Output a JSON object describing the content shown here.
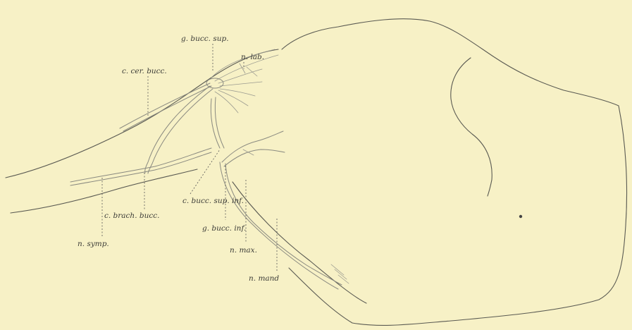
{
  "labels": {
    "n_lab": "n. lab.",
    "g_bucc_sup": "g. bucc. sup.",
    "c_cer_bucc": "c. cer. bucc.",
    "c_bucc_sup_inf": "c. bucc. sup. inf.",
    "c_brach_bucc": "c. brach. bucc.",
    "g_bucc_inf": "g. bucc. inf.",
    "n_symp": "n. symp.",
    "n_max": "n. max.",
    "n_mand": "n. mand"
  },
  "colors": {
    "paper": "#f7f1c6",
    "ink": "#3d3d38",
    "nerve": "#8a8a80"
  }
}
